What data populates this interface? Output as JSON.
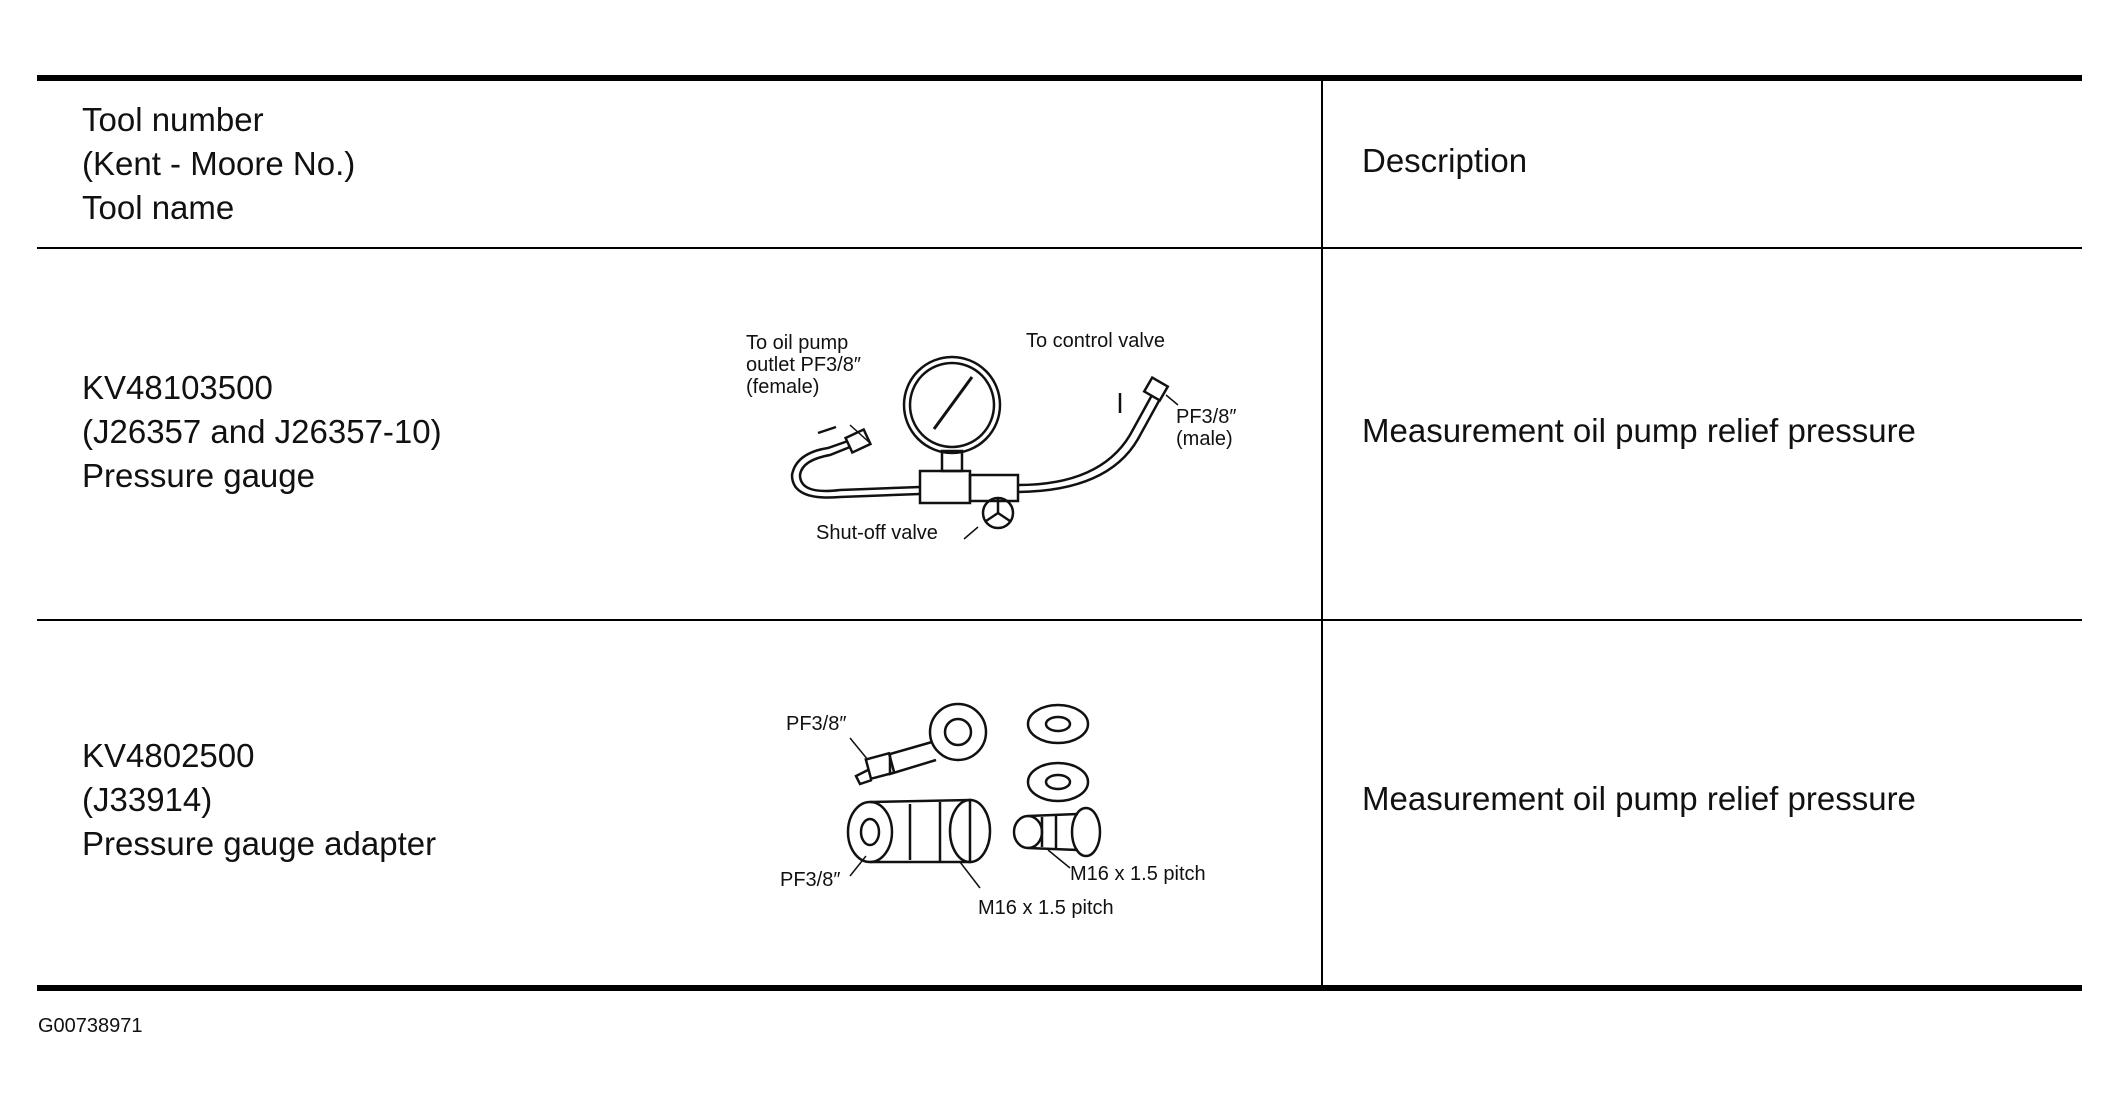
{
  "header": {
    "tool_col_lines": [
      "Tool number",
      "(Kent - Moore No.)",
      "Tool name"
    ],
    "description_label": "Description"
  },
  "rows": [
    {
      "tool_number": "KV48103500",
      "kent_moore": "(J26357 and J26357-10)",
      "tool_name": "Pressure gauge",
      "description": "Measurement oil pump relief pressure",
      "illustration_labels": {
        "inlet_line1": "To oil pump",
        "inlet_line2": "outlet PF3/8″",
        "inlet_line3": "(female)",
        "outlet": "To control valve",
        "outlet_thread_line1": "PF3/8″",
        "outlet_thread_line2": "(male)",
        "valve": "Shut-off valve"
      }
    },
    {
      "tool_number": "KV4802500",
      "kent_moore": "(J33914)",
      "tool_name": "Pressure gauge adapter",
      "description": "Measurement oil pump relief pressure",
      "illustration_labels": {
        "fitting_top": "PF3/8″",
        "fitting_bottom": "PF3/8″",
        "pitch_right": "M16 x 1.5 pitch",
        "pitch_bottom": "M16 x 1.5 pitch"
      }
    }
  ],
  "footer": {
    "figure_id": "G00738971"
  }
}
